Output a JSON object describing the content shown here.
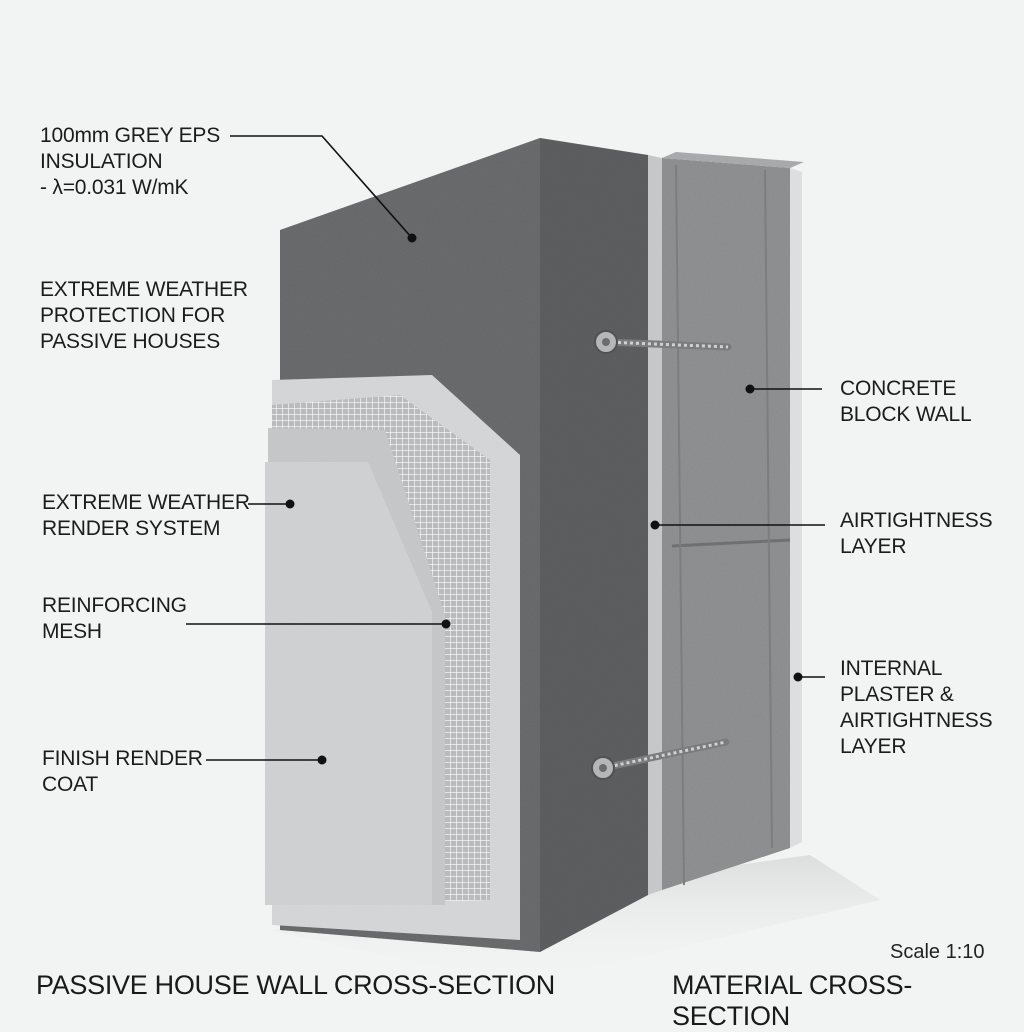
{
  "labels": {
    "eps_insulation": "100mm GREY EPS\nINSULATION\n- λ=0.031 W/mK",
    "weather_protection": "EXTREME WEATHER\nPROTECTION FOR\nPASSIVE HOUSES",
    "render_system": "EXTREME WEATHER\nRENDER SYSTEM",
    "reinforcing_mesh": "REINFORCING\nMESH",
    "finish_render": "FINISH RENDER\nCOAT",
    "concrete_block": "CONCRETE\nBLOCK WALL",
    "airtightness": "AIRTIGHTNESS\nLAYER",
    "internal_plaster": "INTERNAL\nPLASTER &\nAIRTIGHTNESS\nLAYER"
  },
  "footer": {
    "left_title": "PASSIVE HOUSE WALL CROSS-SECTION",
    "right_title": "MATERIAL CROSS-SECTION",
    "scale": "Scale 1:10"
  },
  "colors": {
    "background": "#f2f3f3",
    "eps": "#6f7173",
    "concrete": "#8d8f90",
    "render": "#cfd1d2",
    "leader": "#111111"
  }
}
